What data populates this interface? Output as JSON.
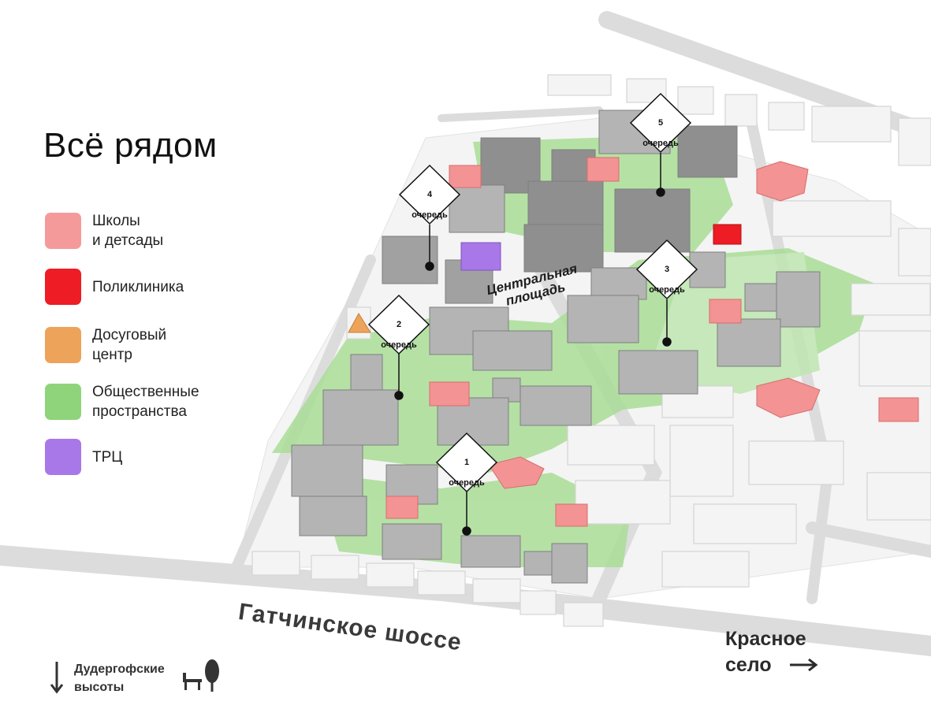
{
  "title": "Всё рядом",
  "legend": [
    {
      "label": "Школы\nи детсады",
      "color": "#f59a9a"
    },
    {
      "label": "Поликлиника",
      "color": "#ee1c24"
    },
    {
      "label": "Досуговый\nцентр",
      "color": "#eea35a"
    },
    {
      "label": "Общественные\nпространства",
      "color": "#8fd47a"
    },
    {
      "label": "ТРЦ",
      "color": "#a877e8"
    }
  ],
  "phases": [
    {
      "number": "1",
      "label": "очередь"
    },
    {
      "number": "2",
      "label": "очередь"
    },
    {
      "number": "3",
      "label": "очередь"
    },
    {
      "number": "4",
      "label": "очередь"
    },
    {
      "number": "5",
      "label": "очередь"
    }
  ],
  "map_labels": {
    "central_square": "Центральная\nплощадь",
    "highway": "Гатчинское шоссе",
    "destination": "Красное\nсело",
    "bottom_link": "Дудергофские\nвысоты"
  },
  "icons": {
    "destination": "arrow-right-icon",
    "bottom_link": "arrow-down-icon",
    "park": "bench-and-tree-icon"
  },
  "colors": {
    "existing_buildings": "#f2f2f2",
    "phase_buildings": "#8a8a8a",
    "roads": "#dedede",
    "green_space": "#a9dd97"
  }
}
